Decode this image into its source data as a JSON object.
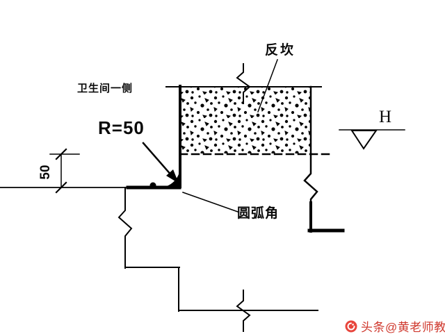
{
  "diagram": {
    "labels": {
      "upstand": "反坎",
      "bathroom_side": "卫生间一侧",
      "fillet_radius": "R=50",
      "dimension_height": "50",
      "rounded_corner": "圆弧角",
      "elevation": "H"
    },
    "colors": {
      "line": "#000000",
      "background": "#ffffff",
      "fillet_fill": "#000000"
    }
  },
  "watermark": {
    "text": "头条@黄老师教学造价",
    "color": "#cf372c",
    "icon": "toutiao-logo",
    "icon_color": "#e8453c"
  }
}
